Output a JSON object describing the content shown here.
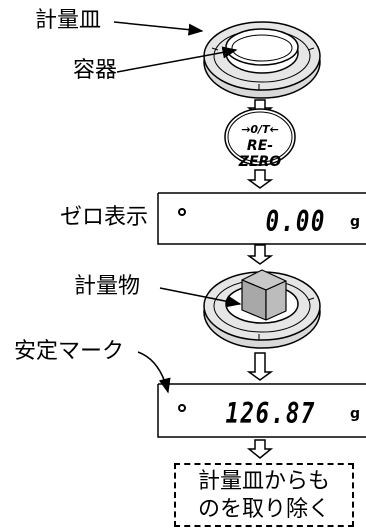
{
  "labels": {
    "pan": "計量皿",
    "container": "容器",
    "zero_display": "ゼロ表示",
    "object": "計量物",
    "stable_mark": "安定マーク"
  },
  "button": {
    "top_text": "→0/T←",
    "bottom_text": "RE-ZERO"
  },
  "display_zero": {
    "value": "0.00",
    "unit": "g"
  },
  "display_weight": {
    "value": "126.87",
    "unit": "g"
  },
  "note": {
    "line1": "計量皿からも",
    "line2": "のを取り除く"
  },
  "colors": {
    "line": "#000000",
    "pan_fill": "#d9d9d9",
    "object_fill": "#b0b0b0"
  }
}
